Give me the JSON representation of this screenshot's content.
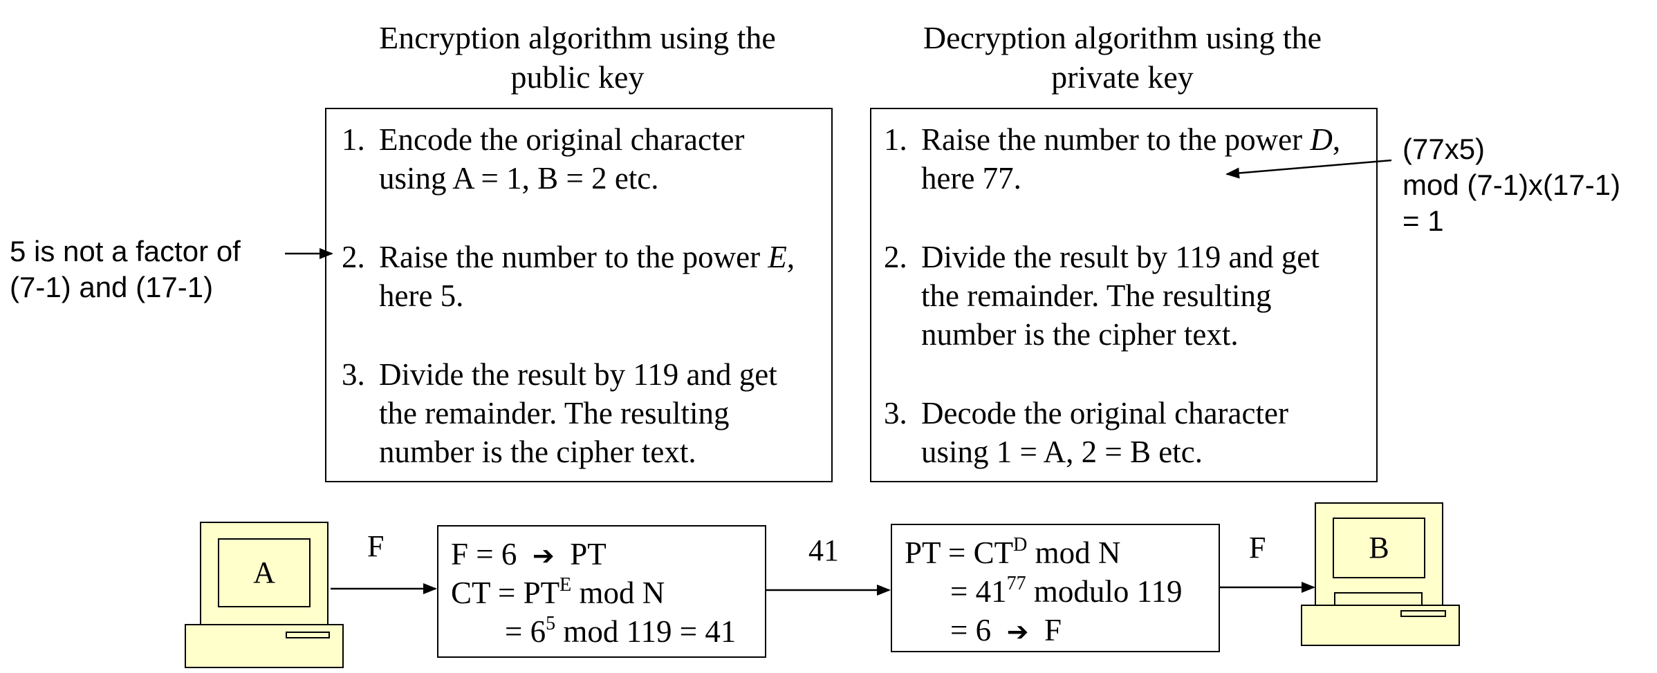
{
  "encryption": {
    "heading_line1": "Encryption algorithm using the",
    "heading_line2": "public key",
    "steps": [
      {
        "num": "1.",
        "lines": [
          "Encode the original character",
          "using A = 1, B = 2 etc."
        ]
      },
      {
        "num": "2.",
        "line1_pre": "Raise the number to the power ",
        "line1_var": "E",
        "line1_post": ",",
        "line2": "here 5."
      },
      {
        "num": "3.",
        "lines": [
          "Divide the result by 119 and get",
          "the remainder. The resulting",
          "number is the cipher text."
        ]
      }
    ]
  },
  "decryption": {
    "heading_line1": "Decryption algorithm using the",
    "heading_line2": "private key",
    "steps": [
      {
        "num": "1.",
        "line1_pre": "Raise the number to the power ",
        "line1_var": "D",
        "line1_post": ",",
        "line2": "here 77."
      },
      {
        "num": "2.",
        "lines": [
          "Divide the result by 119 and get",
          "the remainder. The resulting",
          "number is the cipher text."
        ]
      },
      {
        "num": "3.",
        "lines": [
          "Decode the original character",
          "using 1 = A, 2 = B etc."
        ]
      }
    ]
  },
  "notes": {
    "left": [
      "5 is not a factor of",
      "(7-1) and (17-1)"
    ],
    "right": [
      "(77x5)",
      "mod (7-1)x(17-1)",
      "= 1"
    ]
  },
  "flow": {
    "computer_a": "A",
    "computer_b": "B",
    "arrow1_label": "F",
    "arrow2_label": "41",
    "arrow3_label": "F",
    "enc_box": {
      "l1_a": "F = 6",
      "l1_arrow": "➔",
      "l1_b": "PT",
      "l2_a": "CT = PT",
      "l2_sup": "E",
      "l2_b": " mod N",
      "l3_a": "= 6",
      "l3_sup": "5",
      "l3_b": " mod 119 = 41"
    },
    "dec_box": {
      "l1_a": "PT = CT",
      "l1_sup": "D",
      "l1_b": " mod N",
      "l2_a": "= 41",
      "l2_sup": "77",
      "l2_b": " modulo 119",
      "l3_a": "= 6",
      "l3_arrow": "➔",
      "l3_b": "F"
    }
  },
  "colors": {
    "computer_fill": "#FFFFCC",
    "line": "#000000"
  }
}
